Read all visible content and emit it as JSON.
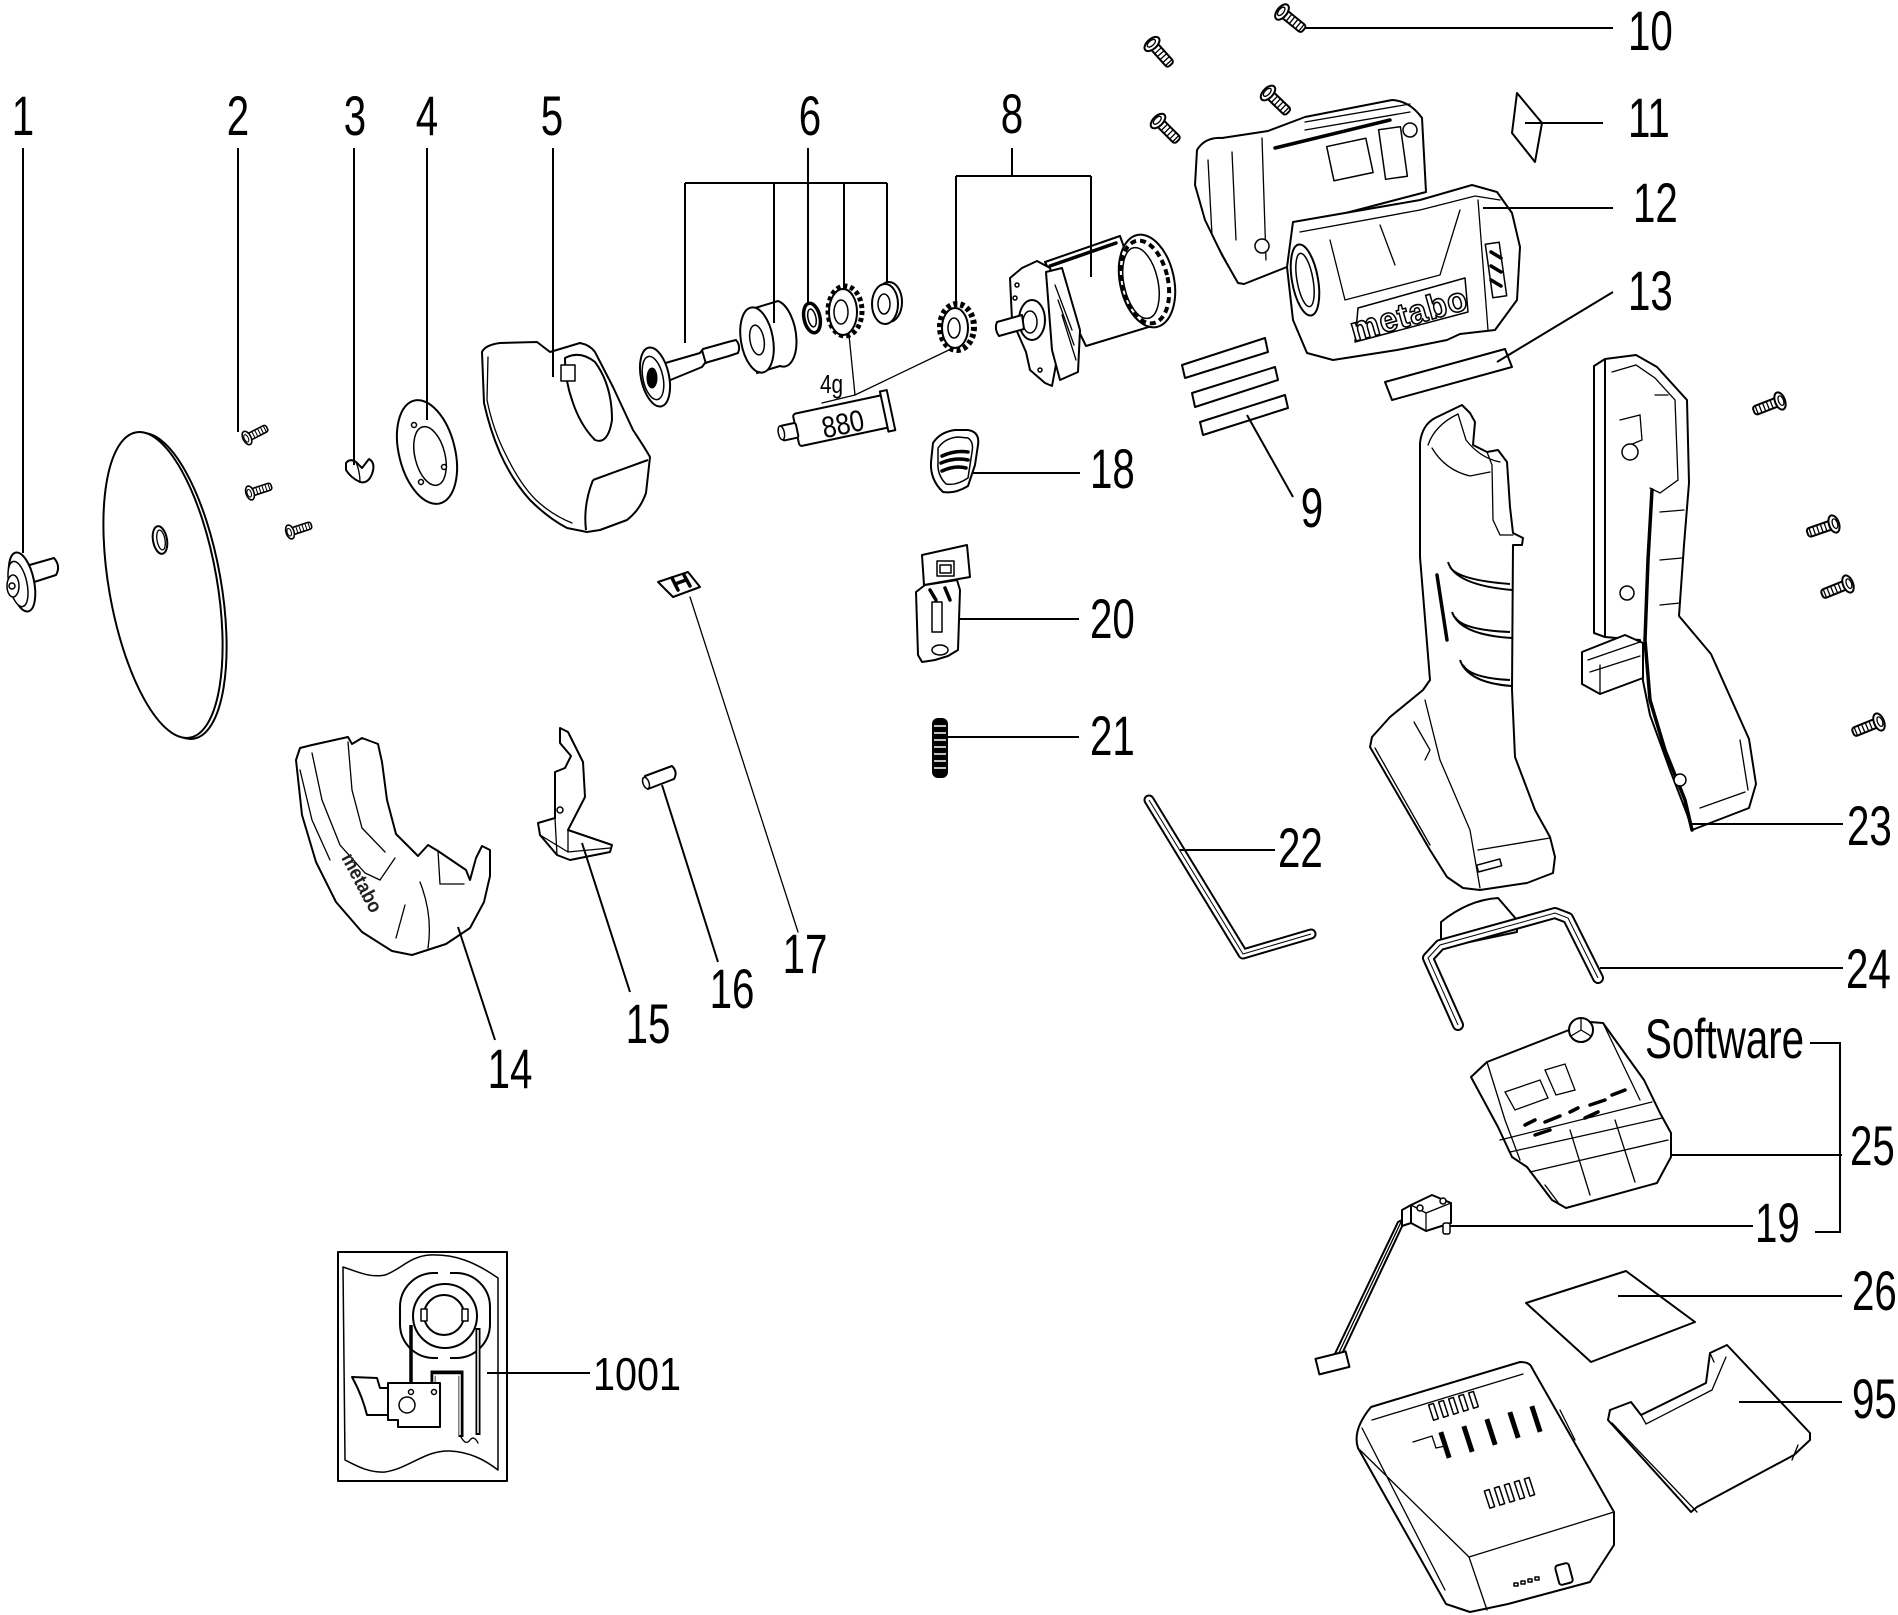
{
  "colors": {
    "line": "#000000",
    "background": "#ffffff"
  },
  "callouts": {
    "c1": "1",
    "c2": "2",
    "c3": "3",
    "c4": "4",
    "c5": "5",
    "c6": "6",
    "c8": "8",
    "c9": "9",
    "c10": "10",
    "c11": "11",
    "c12": "12",
    "c13": "13",
    "c14": "14",
    "c15": "15",
    "c16": "16",
    "c17": "17",
    "c18": "18",
    "c19": "19",
    "c20": "20",
    "c21": "21",
    "c22": "22",
    "c23": "23",
    "c24": "24",
    "c25": "25",
    "c26": "26",
    "c95": "95",
    "c1001": "1001"
  },
  "annotations": {
    "software": "Software",
    "grease_amount": "4g",
    "grease_tube": "880"
  },
  "logos": {
    "gear_housing": "metabo",
    "lower_guard": "metabo"
  }
}
